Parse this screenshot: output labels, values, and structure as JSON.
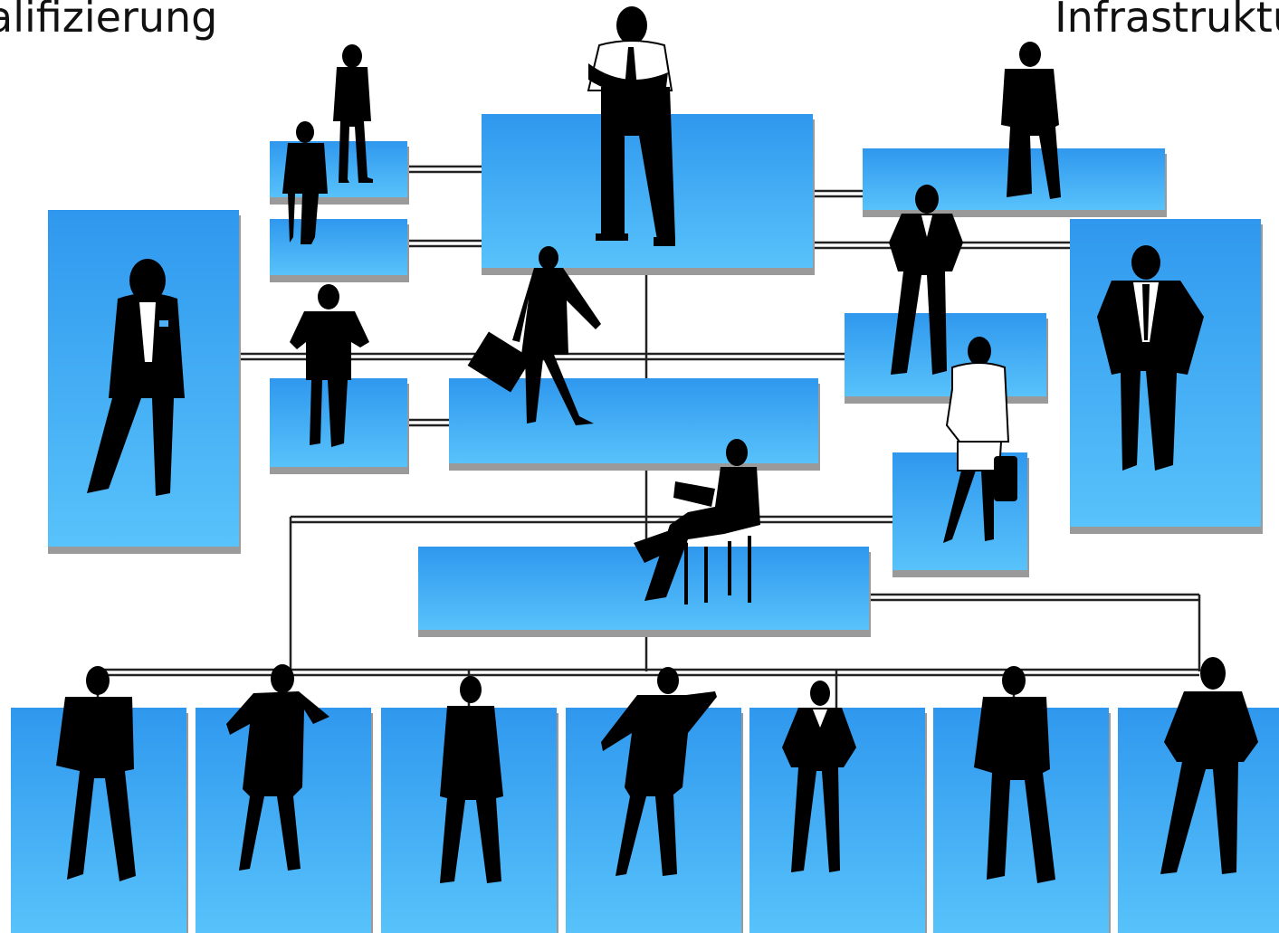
{
  "labels": {
    "top_left": "alifizierung",
    "top_right": "Infrastruktu"
  },
  "colors": {
    "box_top": "#2f98ee",
    "box_bottom": "#58c2fb",
    "box_shadow": "#9a9a9a",
    "connector": "#222222",
    "silhouette": "#000000",
    "highlight": "#ffffff"
  },
  "org_chart": {
    "boxes": [
      "executive-box",
      "upper-left-small-box-top",
      "upper-left-small-box-bottom",
      "left-tall-box",
      "middle-left-small-box",
      "central-wide-box",
      "upper-right-box",
      "right-middle-box",
      "right-tall-box",
      "right-small-box",
      "lower-center-box",
      "bottom-box-1",
      "bottom-box-2",
      "bottom-box-3",
      "bottom-box-4",
      "bottom-box-5",
      "bottom-box-6",
      "bottom-box-7"
    ],
    "people": [
      "executive-silhouette",
      "woman-on-phone-silhouette",
      "man-arms-crossed-small-silhouette",
      "businesswoman-left-silhouette",
      "man-hands-on-hips-silhouette",
      "walking-woman-briefcase-silhouette",
      "man-top-right-silhouette",
      "woman-hands-on-hips-silhouette",
      "woman-white-suit-silhouette",
      "man-tall-right-silhouette",
      "seated-man-silhouette",
      "bottom-person-1-silhouette",
      "bottom-person-2-silhouette",
      "bottom-person-3-silhouette",
      "bottom-person-4-silhouette",
      "bottom-person-5-silhouette",
      "bottom-person-6-silhouette",
      "bottom-person-7-silhouette"
    ]
  }
}
